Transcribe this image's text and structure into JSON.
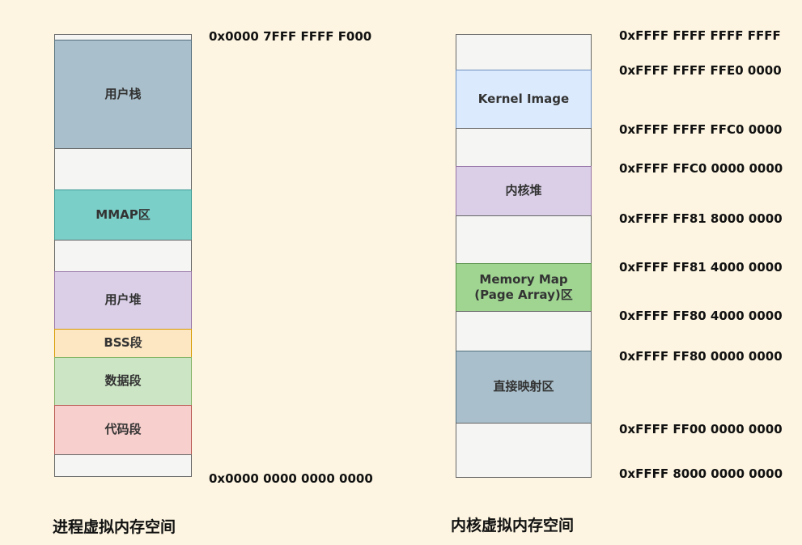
{
  "page": {
    "background_color": "#fdf5e1",
    "text_color": "#111111",
    "empty_segment_color": "#f5f5f4",
    "empty_segment_border": "#666666"
  },
  "process_diagram": {
    "caption": "进程虚拟内存空间",
    "top_address": "0x0000 7FFF FFFF F000",
    "bottom_address": "0x0000 0000 0000 0000",
    "segments": [
      {
        "name": "empty-top",
        "label": "",
        "fill": "#f5f5f4",
        "stroke": "#666666"
      },
      {
        "name": "user-stack",
        "label": "用户栈",
        "fill": "#a9bfcb",
        "stroke": "#54707e"
      },
      {
        "name": "empty-1",
        "label": "",
        "fill": "#f5f5f4",
        "stroke": "#666666"
      },
      {
        "name": "mmap",
        "label": "MMAP区",
        "fill": "#7bcfc9",
        "stroke": "#3a9a93"
      },
      {
        "name": "empty-2",
        "label": "",
        "fill": "#f5f5f4",
        "stroke": "#666666"
      },
      {
        "name": "user-heap",
        "label": "用户堆",
        "fill": "#dacfe7",
        "stroke": "#9673a6"
      },
      {
        "name": "bss",
        "label": "BSS段",
        "fill": "#fde7c2",
        "stroke": "#d79b00"
      },
      {
        "name": "data-segment",
        "label": "数据段",
        "fill": "#cce6c5",
        "stroke": "#82b366"
      },
      {
        "name": "code-segment",
        "label": "代码段",
        "fill": "#f7cfcc",
        "stroke": "#b85450"
      },
      {
        "name": "empty-bottom",
        "label": "",
        "fill": "#f5f5f4",
        "stroke": "#666666"
      }
    ]
  },
  "kernel_diagram": {
    "caption": "内核虚拟内存空间",
    "addresses": [
      "0xFFFF FFFF FFFF FFFF",
      "0xFFFF FFFF FFE0 0000",
      "0xFFFF FFFF FFC0 0000",
      "0xFFFF FFC0 0000 0000",
      "0xFFFF FF81 8000 0000",
      "0xFFFF FF81 4000 0000",
      "0xFFFF FF80 4000 0000",
      "0xFFFF FF80 0000 0000",
      "0xFFFF FF00 0000 0000",
      "0xFFFF 8000 0000 0000"
    ],
    "segments": [
      {
        "name": "empty-top",
        "label": "",
        "fill": "#f5f5f4",
        "stroke": "#666666"
      },
      {
        "name": "kernel-image",
        "label": "Kernel Image",
        "fill": "#dbeafd",
        "stroke": "#6c8ebf"
      },
      {
        "name": "empty-1",
        "label": "",
        "fill": "#f5f5f4",
        "stroke": "#666666"
      },
      {
        "name": "kernel-heap",
        "label": "内核堆",
        "fill": "#dacfe7",
        "stroke": "#9673a6"
      },
      {
        "name": "empty-2",
        "label": "",
        "fill": "#f5f5f4",
        "stroke": "#666666"
      },
      {
        "name": "memory-map",
        "label_line1": "Memory Map",
        "label_line2": "(Page Array)区",
        "fill": "#9fd491",
        "stroke": "#569146"
      },
      {
        "name": "empty-3",
        "label": "",
        "fill": "#f5f5f4",
        "stroke": "#666666"
      },
      {
        "name": "direct-mapping",
        "label": "直接映射区",
        "fill": "#a9bfcb",
        "stroke": "#54707e"
      },
      {
        "name": "empty-bottom",
        "label": "",
        "fill": "#f5f5f4",
        "stroke": "#666666"
      }
    ]
  }
}
